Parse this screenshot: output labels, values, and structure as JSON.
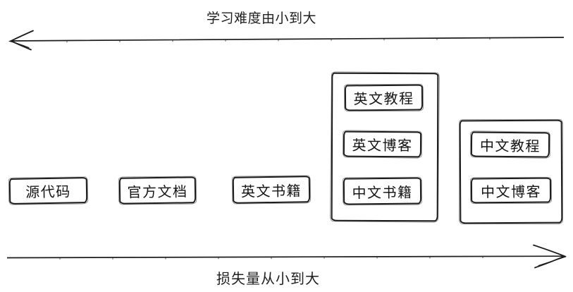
{
  "colors": {
    "ink": "#1d1d1d",
    "background": "#ffffff"
  },
  "axes": {
    "top": {
      "label": "学习难度由小到大",
      "direction": "left"
    },
    "bottom": {
      "label": "损失量从小到大",
      "direction": "right"
    }
  },
  "boxes": {
    "source_code": {
      "label": "源代码"
    },
    "official_docs": {
      "label": "官方文档"
    },
    "english_books": {
      "label": "英文书籍"
    }
  },
  "groups": {
    "group1": {
      "items": {
        "english_tutorials": {
          "label": "英文教程"
        },
        "english_blogs": {
          "label": "英文博客"
        },
        "chinese_books": {
          "label": "中文书籍"
        }
      }
    },
    "group2": {
      "items": {
        "chinese_tutorials": {
          "label": "中文教程"
        },
        "chinese_blogs": {
          "label": "中文博客"
        }
      }
    }
  }
}
